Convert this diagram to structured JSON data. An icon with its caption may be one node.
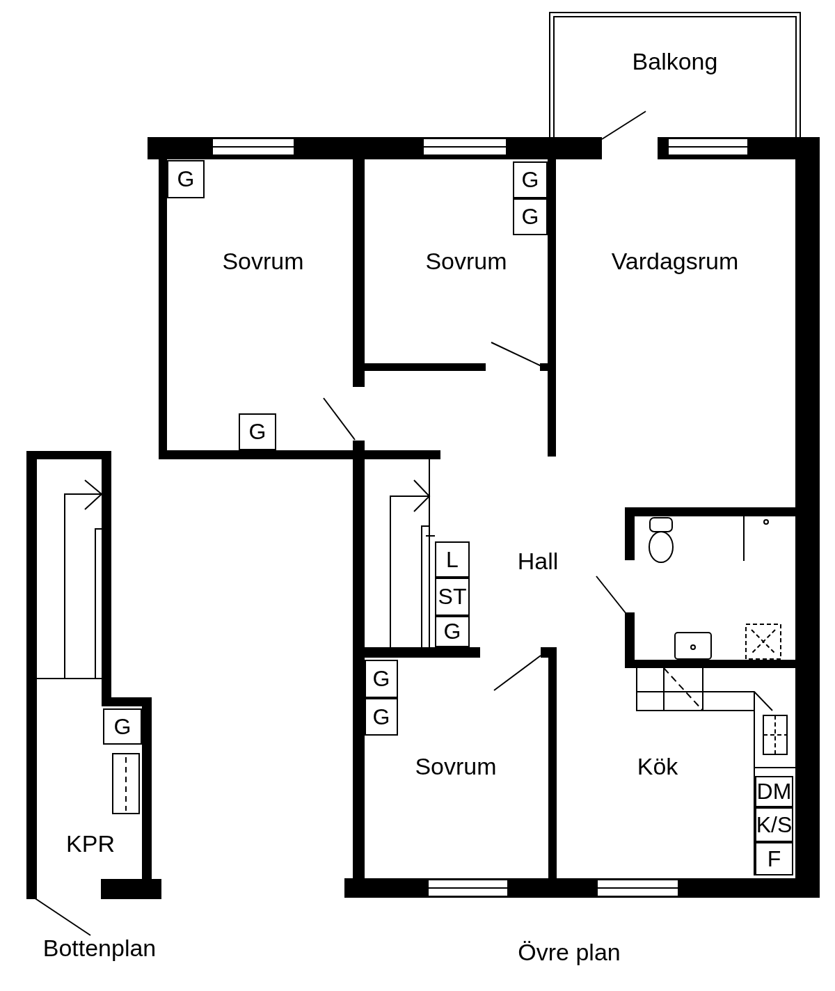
{
  "diagram": {
    "nodes": [
      {
        "text": [
          "Balkong"
        ]
      },
      {
        "text": [
          "Sovrum"
        ]
      },
      {
        "text": [
          "G"
        ],
        "in": 1
      },
      {
        "text": [
          "G"
        ],
        "in": 1
      },
      {
        "text": [
          "Sovrum"
        ]
      },
      {
        "text": [
          "G"
        ],
        "in": 4
      },
      {
        "text": [
          "G"
        ],
        "in": 4
      },
      {
        "text": [
          "Vardagsrum"
        ]
      },
      {
        "text": [
          "Hall"
        ]
      },
      {
        "text": [
          "L"
        ],
        "in": 8
      },
      {
        "text": [
          "ST"
        ],
        "in": 8
      },
      {
        "text": [
          "G"
        ],
        "in": 8
      },
      {
        "text": [
          "Sovrum"
        ]
      },
      {
        "text": [
          "G"
        ],
        "in": 12
      },
      {
        "text": [
          "G"
        ],
        "in": 12
      },
      {
        "text": [
          "Kök"
        ]
      },
      {
        "text": [
          "DM"
        ],
        "in": 15
      },
      {
        "text": [
          "K/S"
        ],
        "in": 15
      },
      {
        "text": [
          "F"
        ],
        "in": 15
      },
      {
        "text": [
          "KPR"
        ]
      },
      {
        "text": [
          "G"
        ],
        "in": 19
      },
      {
        "text": [
          "Bottenplan"
        ]
      }
    ],
    "edges": [
      {
        "from": 21,
        "to": 19,
        "arrow": "none"
      }
    ],
    "labels": [
      "Övre plan"
    ]
  }
}
